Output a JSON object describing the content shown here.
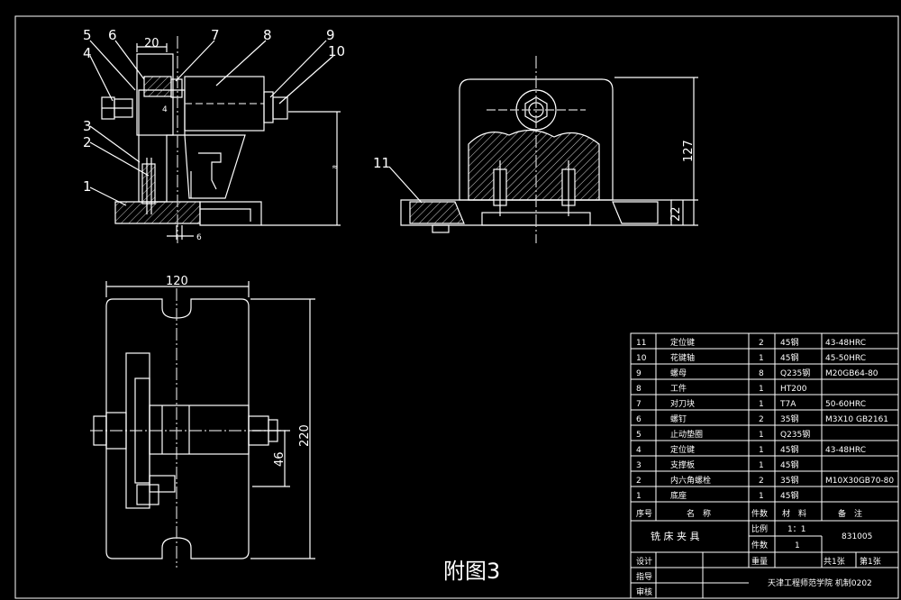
{
  "part_labels": [
    "5",
    "6",
    "7",
    "8",
    "9",
    "10",
    "4",
    "3",
    "2",
    "1",
    "11"
  ],
  "dimensions": {
    "top_width": "20",
    "bottom_offset": "6",
    "side_small": "≈",
    "small_mark": "4",
    "height_total": "127",
    "height_base": "22",
    "plan_width": "120",
    "plan_height": "220",
    "plan_offset": "46"
  },
  "caption": "附图3",
  "bom": {
    "rows": [
      {
        "no": "11",
        "name": "定位键",
        "qty": "2",
        "mat": "45钢",
        "note": "43-48HRC"
      },
      {
        "no": "10",
        "name": "花键轴",
        "qty": "1",
        "mat": "45钢",
        "note": "45-50HRC"
      },
      {
        "no": "9",
        "name": "螺母",
        "qty": "8",
        "mat": "Q235钢",
        "note": "M20GB64-80"
      },
      {
        "no": "8",
        "name": "工件",
        "qty": "1",
        "mat": "HT200",
        "note": ""
      },
      {
        "no": "7",
        "name": "对刀块",
        "qty": "1",
        "mat": "T7A",
        "note": "50-60HRC"
      },
      {
        "no": "6",
        "name": "螺钉",
        "qty": "2",
        "mat": "35钢",
        "note": "M3X10 GB2161"
      },
      {
        "no": "5",
        "name": "止动垫圈",
        "qty": "1",
        "mat": "Q235钢",
        "note": ""
      },
      {
        "no": "4",
        "name": "定位键",
        "qty": "1",
        "mat": "45钢",
        "note": "43-48HRC"
      },
      {
        "no": "3",
        "name": "支撑板",
        "qty": "1",
        "mat": "45钢",
        "note": ""
      },
      {
        "no": "2",
        "name": "内六角螺栓",
        "qty": "2",
        "mat": "35钢",
        "note": "M10X30GB70-80"
      },
      {
        "no": "1",
        "name": "底座",
        "qty": "1",
        "mat": "45钢",
        "note": ""
      }
    ],
    "header": {
      "no": "序号",
      "name": "名　称",
      "qty": "件数",
      "mat": "材　料",
      "note": "备　注"
    },
    "title": "铣 床 夹 具",
    "scale_label": "比例",
    "scale_value": "1：1",
    "count_label": "件数",
    "count_value": "1",
    "drawing_no": "831005",
    "weight_label": "重量",
    "sheets_total": "共1张",
    "sheet_no": "第1张",
    "design_label": "设计",
    "guide_label": "指导",
    "review_label": "审核",
    "school": "天津工程师范学院 机制0202"
  },
  "colors": {
    "background": "#000000",
    "line": "#ffffff",
    "center": "#d0d0d0",
    "hatch": "#cfcfcf"
  }
}
